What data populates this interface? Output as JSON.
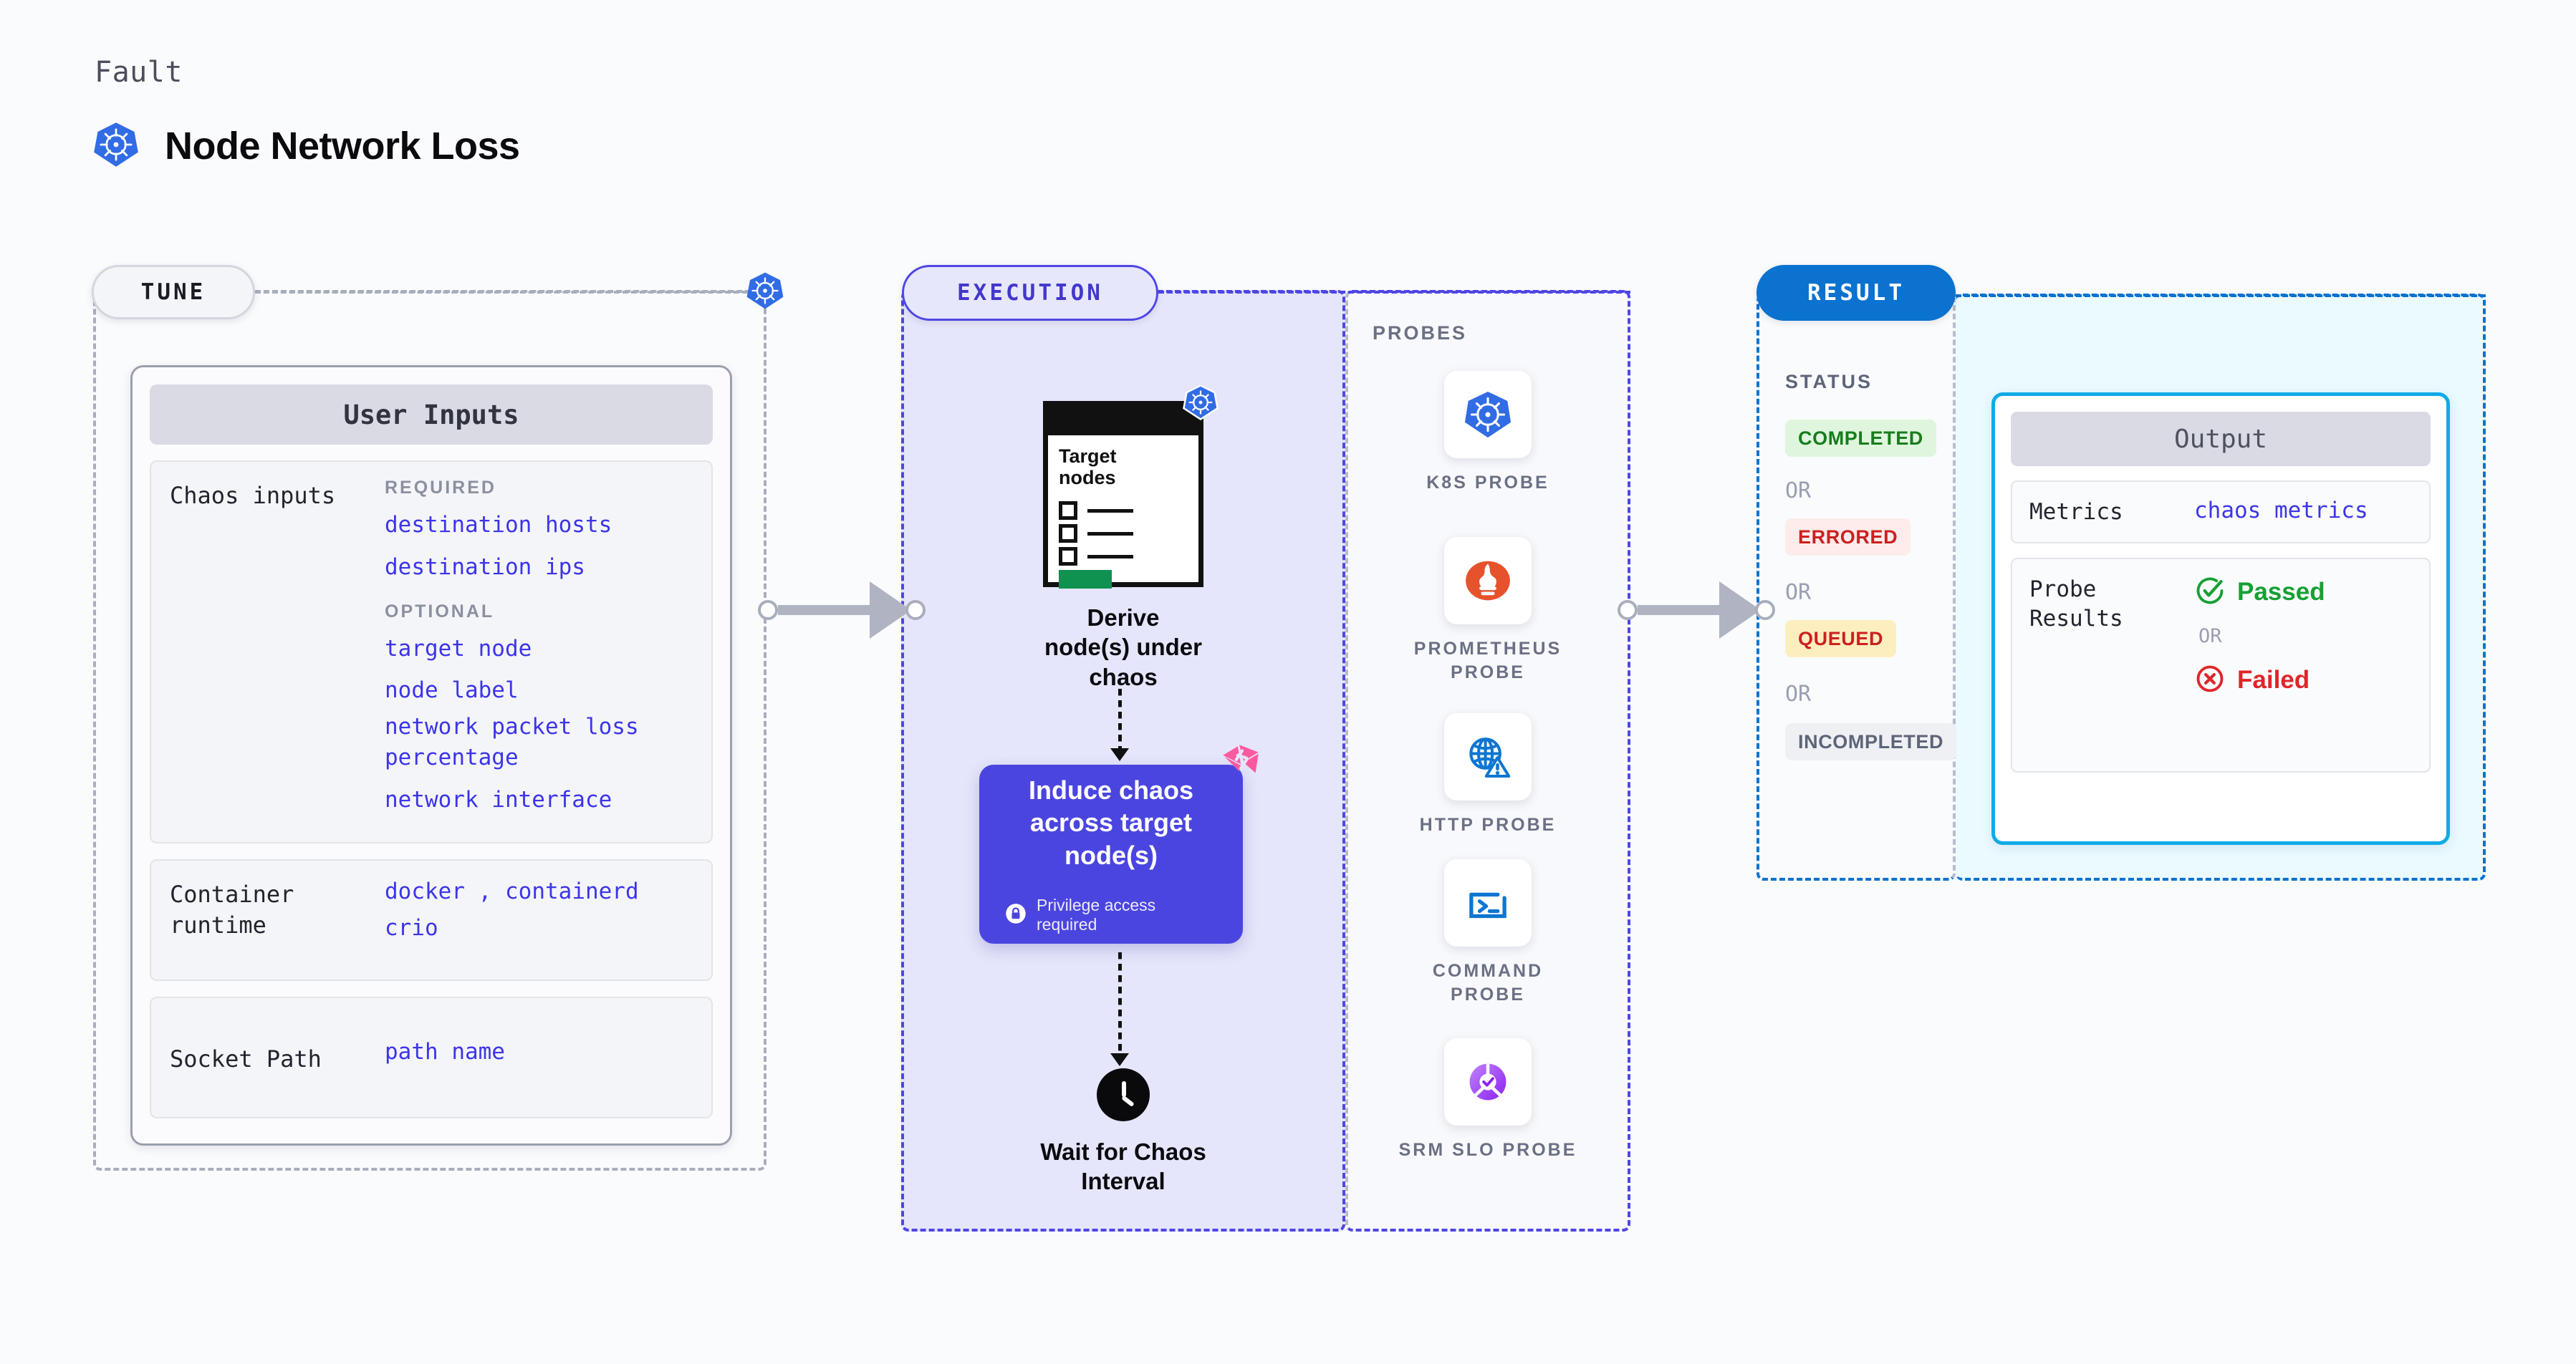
{
  "header": {
    "eyebrow": "Fault",
    "title": "Node Network Loss",
    "icon": "kubernetes-icon"
  },
  "stages": {
    "tune": {
      "label": "TUNE"
    },
    "execution": {
      "label": "EXECUTION"
    },
    "result": {
      "label": "RESULT"
    }
  },
  "tune": {
    "card_title": "User Inputs",
    "groups": [
      {
        "label": "Chaos inputs",
        "required_caption": "REQUIRED",
        "required": [
          "destination hosts",
          "destination ips"
        ],
        "optional_caption": "OPTIONAL",
        "optional": [
          "target node",
          "node label",
          "network packet loss percentage",
          "network interface"
        ]
      },
      {
        "label": "Container runtime",
        "values_line1": "docker",
        "separator": ",",
        "values_line1b": "containerd",
        "values_line2": "crio"
      },
      {
        "label": "Socket Path",
        "value": "path name"
      }
    ]
  },
  "execution": {
    "nodes": [
      {
        "caption": "Derive node(s) under chaos",
        "doc_title": "Target nodes",
        "icon": "document-checklist-icon",
        "badge_icon": "kubernetes-icon"
      },
      {
        "caption": "Induce chaos across target node(s)",
        "privilege_note": "Privilege access required",
        "privilege_icon": "lock-icon",
        "brand_icon": "harness-logo-icon",
        "color": "#4b45e0"
      },
      {
        "caption": "Wait for Chaos Interval",
        "icon": "clock-icon"
      }
    ]
  },
  "probes": {
    "caption": "PROBES",
    "items": [
      {
        "label": "K8S PROBE",
        "icon": "kubernetes-icon"
      },
      {
        "label": "PROMETHEUS PROBE",
        "icon": "prometheus-icon"
      },
      {
        "label": "HTTP PROBE",
        "icon": "globe-warning-icon"
      },
      {
        "label": "COMMAND PROBE",
        "icon": "terminal-icon"
      },
      {
        "label": "SRM SLO PROBE",
        "icon": "srm-slo-icon"
      }
    ]
  },
  "result": {
    "status_caption": "STATUS",
    "or_label": "OR",
    "statuses": [
      {
        "label": "COMPLETED",
        "bg": "#dff5de",
        "fg": "#177d1c"
      },
      {
        "label": "ERRORED",
        "bg": "#fdeceb",
        "fg": "#cc2020"
      },
      {
        "label": "QUEUED",
        "bg": "#fdeebf",
        "fg": "#cc2020"
      },
      {
        "label": "INCOMPLETED",
        "bg": "#eef0f4",
        "fg": "#5e6479"
      }
    ]
  },
  "output": {
    "title": "Output",
    "metrics_label": "Metrics",
    "metrics_value": "chaos metrics",
    "probe_results_label": "Probe Results",
    "passed_label": "Passed",
    "failed_label": "Failed",
    "or_label": "OR",
    "passed_icon": "check-circle-icon",
    "failed_icon": "x-circle-icon"
  },
  "colors": {
    "indigo": "#4f46e5",
    "blue": "#0b72cf",
    "cyan": "#11abe6",
    "value_blue": "#3d35e8",
    "k8s_blue": "#326ce5",
    "harness_pink": "#fb5a9e",
    "green": "#16a034",
    "red": "#e0252a"
  }
}
